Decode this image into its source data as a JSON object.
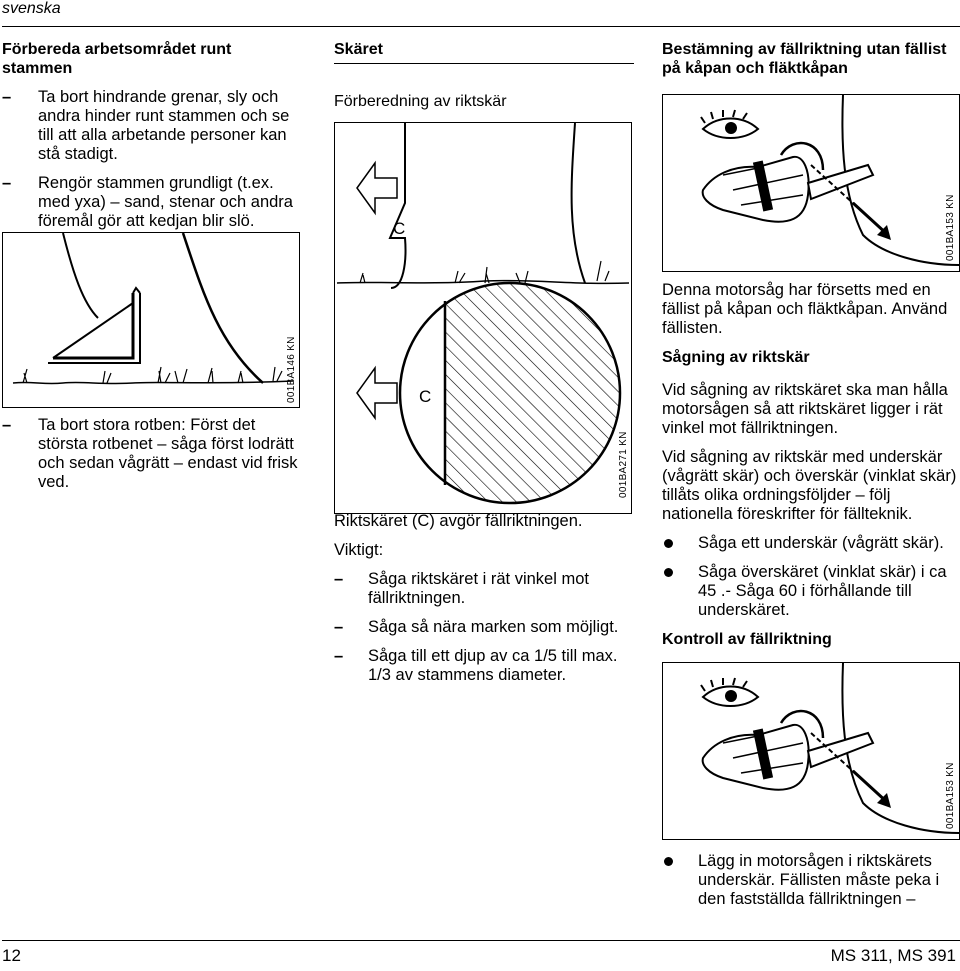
{
  "header": {
    "language": "svenska"
  },
  "left": {
    "title": "Förbereda arbetsområdet runt stammen",
    "items": [
      "Ta bort hindrande grenar, sly och andra hinder runt stammen och se till att alla arbetande personer kan stå stadigt.",
      "Rengör stammen grundligt (t.ex. med yxa) – sand, stenar och andra föremål gör att kedjan blir slö."
    ],
    "figure_code": "001BA146 KN",
    "item_after": "Ta bort stora rotben: Först det största rotbenet – såga först lodrätt och sedan vågrätt – endast vid frisk ved."
  },
  "middle": {
    "title": "Skäret",
    "subtitle": "Förberedning av riktskär",
    "figure_label": "C",
    "figure2_label": "C",
    "figure2_code": "001BA271 KN",
    "caption": "Riktskäret (C) avgör fällriktningen.",
    "important": "Viktigt:",
    "items": [
      "Såga riktskäret i rät vinkel mot fällriktningen.",
      "Såga så nära marken som möjligt.",
      "Såga till ett djup av ca 1/5 till max. 1/3 av stammens diameter."
    ]
  },
  "right": {
    "title": "Bestämning av fällriktning utan fällist på kåpan och fläktkåpan",
    "figure_code": "001BA153 KN",
    "para1": "Denna motorsåg har försetts med en fällist på kåpan och fläktkåpan. Använd fällisten.",
    "subtitle1": "Sågning av riktskär",
    "para2": "Vid sågning av riktskäret ska man hålla motorsågen så att riktskäret ligger i rät vinkel mot fällriktningen.",
    "para3": "Vid sågning av riktskär med underskär (vågrätt skär) och överskär (vinklat skär) tillåts olika ordningsföljder – följ nationella föreskrifter för fällteknik.",
    "bullets": [
      "Såga ett underskär (vågrätt skär).",
      "Såga överskäret (vinklat skär) i ca 45 .- Såga 60  i förhållande till underskäret."
    ],
    "subtitle2": "Kontroll av fällriktning",
    "figure2_code": "001BA153 KN",
    "bullet_after": "Lägg in motorsågen i riktskärets underskär. Fällisten måste peka i den fastställda fällriktningen –"
  },
  "footer": {
    "page_number": "12",
    "model": "MS 311, MS 391"
  }
}
